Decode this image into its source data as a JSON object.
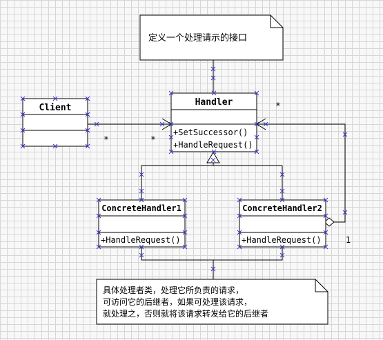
{
  "classes": {
    "client": {
      "name": "Client",
      "operations": []
    },
    "handler": {
      "name": "Handler",
      "operations": [
        "+SetSuccessor()",
        "+HandleRequest()"
      ]
    },
    "concrete1": {
      "name": "ConcreteHandler1",
      "operations": [
        "+HandleRequest()"
      ]
    },
    "concrete2": {
      "name": "ConcreteHandler2",
      "operations": [
        "+HandleRequest()"
      ]
    }
  },
  "notes": {
    "interface_note": [
      "定义一个处理请示的接口"
    ],
    "concrete_note": [
      "具体处理者类，处理它所负责的请求，",
      "可访问它的后继者，如果可处理该请求，",
      "就处理之，否则就将该请求转发给它的后继者"
    ]
  },
  "multiplicities": {
    "client_end": "*",
    "handler_left": "*",
    "handler_right": "*",
    "successor_end": "1"
  },
  "colors": {
    "line": "#000000",
    "box_fill": "#ffffff",
    "handle_marker": "#3b3bcc"
  }
}
